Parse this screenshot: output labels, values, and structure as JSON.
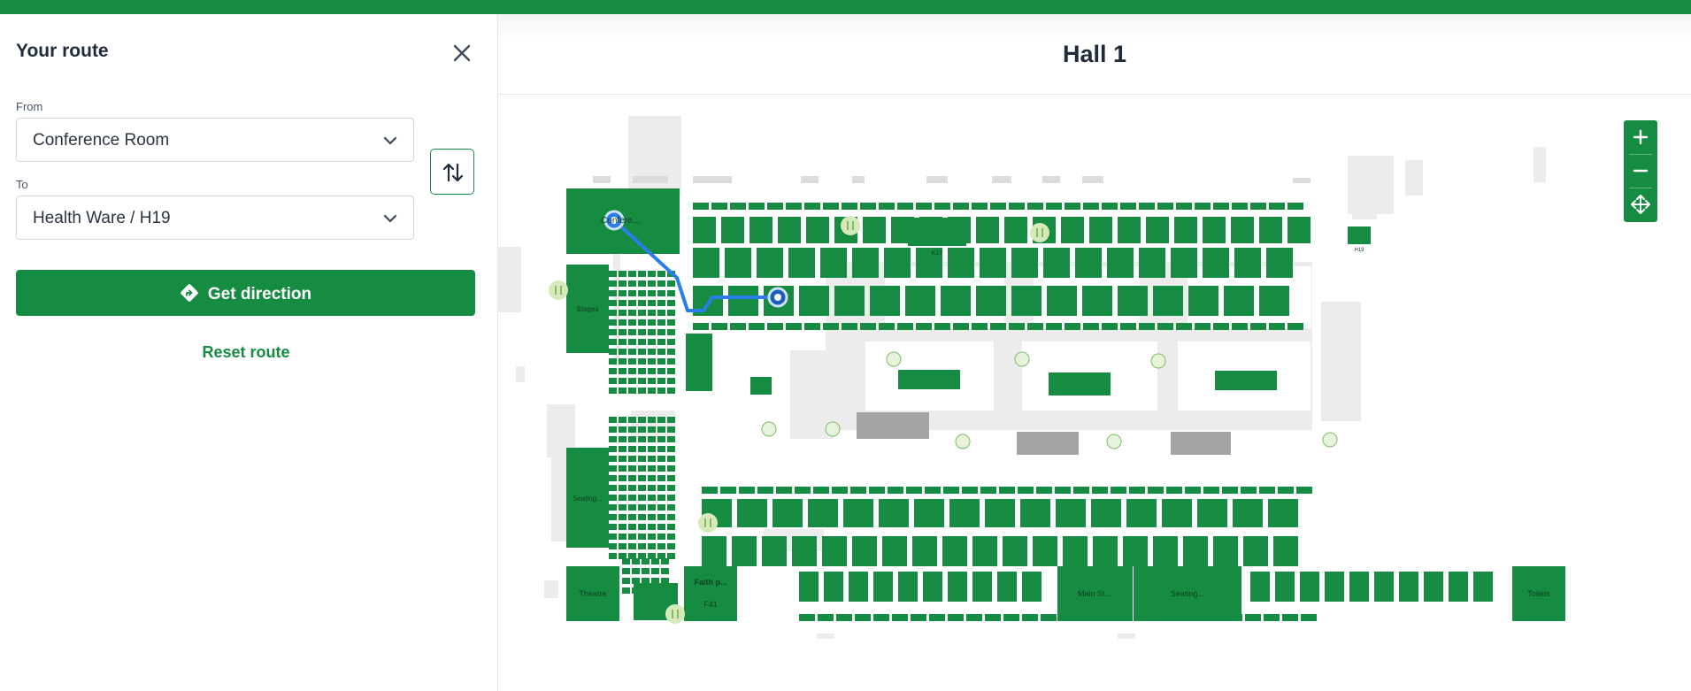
{
  "panel": {
    "title": "Your route",
    "from_label": "From",
    "from_value": "Conference Room",
    "to_label": "To",
    "to_value": "Health Ware / H19",
    "get_direction": "Get direction",
    "reset_route": "Reset route"
  },
  "map": {
    "hall_title": "Hall 1",
    "labels": {
      "conference": "Confere...",
      "stages": "Stages",
      "seating_left": "Seating...",
      "theatre": "Theatre",
      "faith_top": "Faith p...",
      "faith_code": "F41",
      "main_st": "Main St...",
      "seating_bottom": "Seating...",
      "toilets": "Toilets",
      "booth_k17": "K17",
      "booth_h19": "H19"
    }
  },
  "colors": {
    "brand": "#168c43",
    "route": "#2b7de9",
    "booth": "#168c43",
    "facility": "#d6e9b8",
    "floor_grey": "#ececec"
  },
  "icons": {
    "close": "close-icon",
    "chevron": "chevron-down-icon",
    "swap": "swap-vertical-icon",
    "direction": "direction-sign-icon",
    "zoom_in": "plus-icon",
    "zoom_out": "minus-icon",
    "recenter": "move-arrows-icon",
    "restaurant": "fork-knife-icon",
    "lounge": "armchair-icon"
  }
}
